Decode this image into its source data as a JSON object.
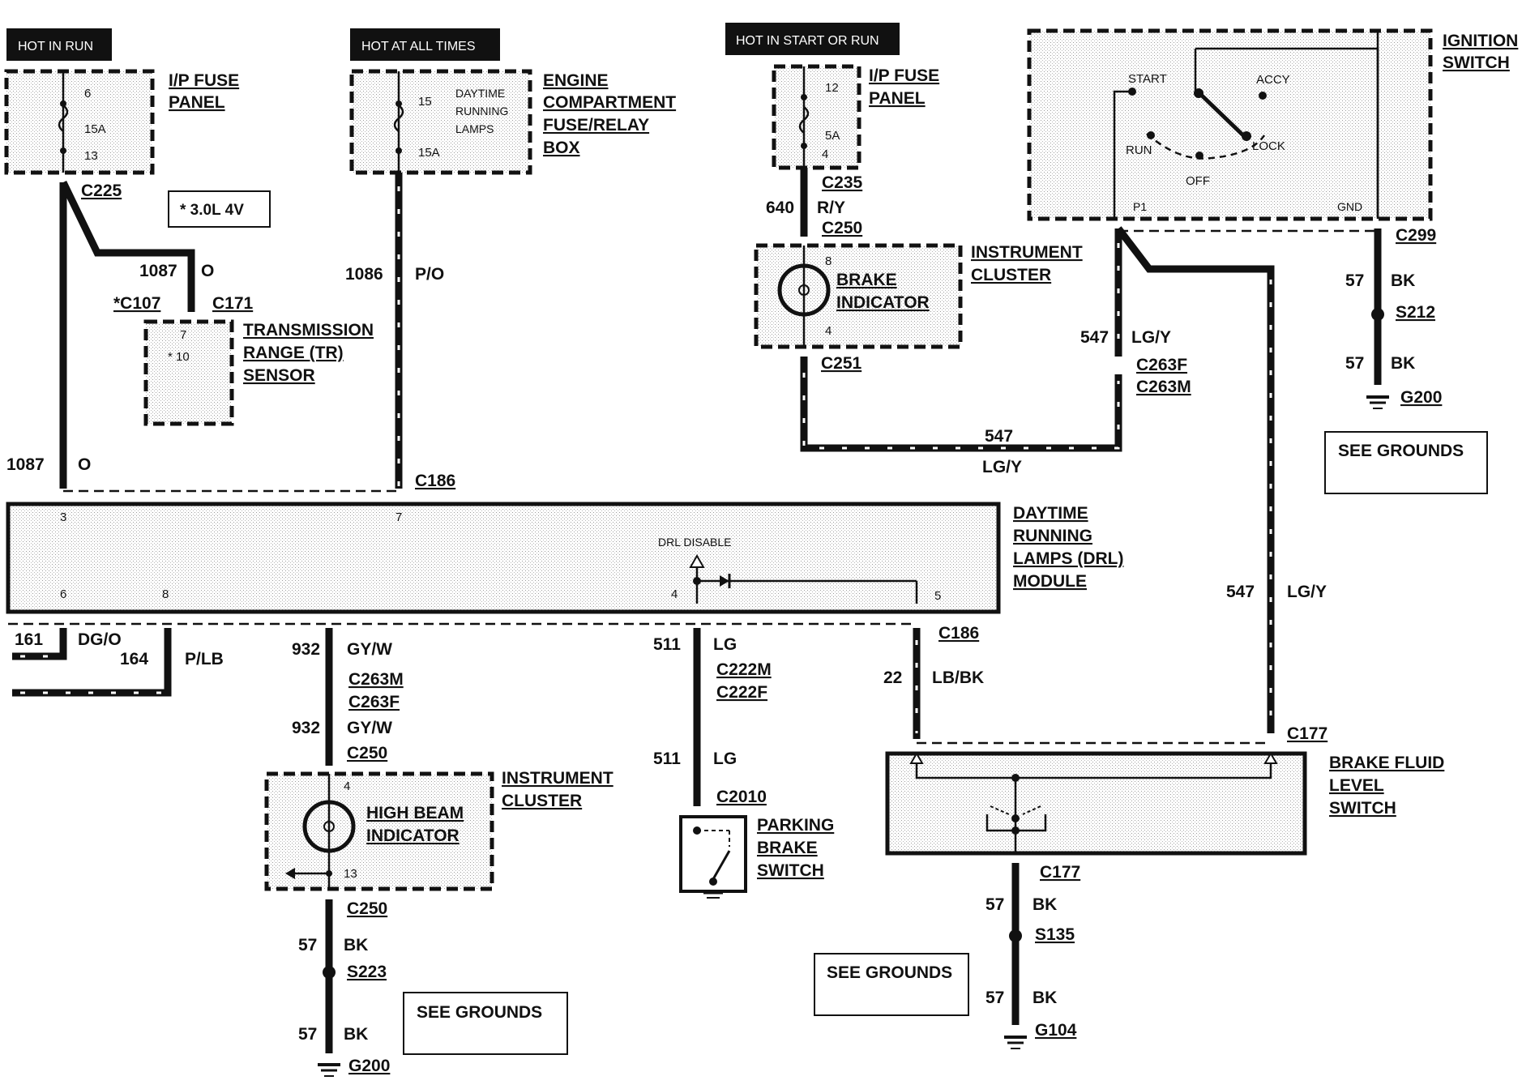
{
  "headers": {
    "hot_in_run": "HOT IN RUN",
    "hot_at_all_times": "HOT AT ALL TIMES",
    "hot_in_start_or_run": "HOT IN START OR RUN"
  },
  "components": {
    "ip_fuse_left": {
      "line1": "I/P FUSE",
      "line2": "PANEL",
      "pin_top": "6",
      "rating": "15A",
      "pin_bottom": "13"
    },
    "engine_box": {
      "line1": "ENGINE",
      "line2": "COMPARTMENT",
      "line3": "FUSE/RELAY",
      "line4": "BOX",
      "inner1": "DAYTIME",
      "inner2": "RUNNING",
      "inner3": "LAMPS",
      "pin_top": "15",
      "rating": "15A"
    },
    "ip_fuse_right": {
      "line1": "I/P FUSE",
      "line2": "PANEL",
      "pin_top": "12",
      "rating": "5A",
      "pin_bottom": "4"
    },
    "ignition_switch": {
      "line1": "IGNITION",
      "line2": "SWITCH",
      "start": "START",
      "accy": "ACCY",
      "run": "RUN",
      "lock": "LOCK",
      "off": "OFF",
      "p1": "P1",
      "gnd": "GND"
    },
    "note_30l": "* 3.0L 4V",
    "tr_sensor": {
      "line1": "TRANSMISSION",
      "line2": "RANGE (TR)",
      "line3": "SENSOR",
      "pin7": "7",
      "pin10": "* 10"
    },
    "instrument_cluster_top": {
      "line1": "INSTRUMENT",
      "line2": "CLUSTER",
      "ind1": "BRAKE",
      "ind2": "INDICATOR",
      "pin8": "8",
      "pin4": "4"
    },
    "drl_module": {
      "line1": "DAYTIME",
      "line2": "RUNNING",
      "line3": "LAMPS (DRL)",
      "line4": "MODULE",
      "disable": "DRL DISABLE",
      "pin3": "3",
      "pin7": "7",
      "pin6": "6",
      "pin8": "8",
      "pin4": "4",
      "pin5": "5"
    },
    "instrument_cluster_bottom": {
      "line1": "INSTRUMENT",
      "line2": "CLUSTER",
      "ind1": "HIGH BEAM",
      "ind2": "INDICATOR",
      "pin4": "4",
      "pin13": "13"
    },
    "parking_brake": {
      "line1": "PARKING",
      "line2": "BRAKE",
      "line3": "SWITCH"
    },
    "brake_fluid": {
      "line1": "BRAKE FLUID",
      "line2": "LEVEL",
      "line3": "SWITCH"
    },
    "see_grounds": [
      "SEE GROUNDS",
      "SEE GROUNDS",
      "SEE GROUNDS"
    ]
  },
  "connectors": {
    "c225": "C225",
    "c107": "*C107",
    "c171": "C171",
    "c186_left": "C186",
    "c235": "C235",
    "c250_top": "C250",
    "c251": "C251",
    "c299": "C299",
    "s212": "S212",
    "g200_right": "G200",
    "c263f_right": "C263F",
    "c263m_right": "C263M",
    "c186_right": "C186",
    "c263m_left": "C263M",
    "c263f_left": "C263F",
    "c250_mid": "C250",
    "c250_low": "C250",
    "s223": "S223",
    "g200_left": "G200",
    "c222m": "C222M",
    "c222f": "C222F",
    "c2010": "C2010",
    "c177_top": "C177",
    "c177_bottom": "C177",
    "s135": "S135",
    "g104": "G104"
  },
  "wires": {
    "w1087_a_num": "1087",
    "w1087_a_col": "O",
    "w1087_b_num": "1087",
    "w1087_b_col": "O",
    "w1086_num": "1086",
    "w1086_col": "P/O",
    "w640_num": "640",
    "w640_col": "R/Y",
    "w547_a_num": "547",
    "w547_a_col": "LG/Y",
    "w547_b_num": "547",
    "w547_b_col": "LG/Y",
    "w547_c_num": "547",
    "w547_c_col": "LG/Y",
    "w57_a_num": "57",
    "w57_a_col": "BK",
    "w57_b_num": "57",
    "w57_b_col": "BK",
    "w161_num": "161",
    "w161_col": "DG/O",
    "w164_num": "164",
    "w164_col": "P/LB",
    "w932_a_num": "932",
    "w932_a_col": "GY/W",
    "w932_b_num": "932",
    "w932_b_col": "GY/W",
    "w511_a_num": "511",
    "w511_a_col": "LG",
    "w511_b_num": "511",
    "w511_b_col": "LG",
    "w22_num": "22",
    "w22_col": "LB/BK",
    "w57_c_num": "57",
    "w57_c_col": "BK",
    "w57_d_num": "57",
    "w57_d_col": "BK",
    "w57_e_num": "57",
    "w57_e_col": "BK",
    "w57_f_num": "57",
    "w57_f_col": "BK"
  }
}
